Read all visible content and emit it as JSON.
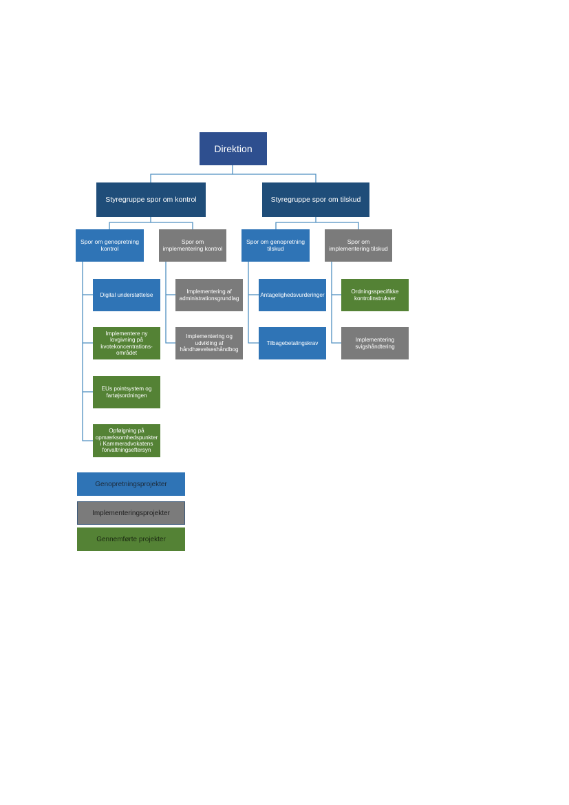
{
  "colors": {
    "top": "#2e4f8f",
    "steering": "#1f4d79",
    "genopretning": "#2f74b6",
    "implementering": "#7b7b7b",
    "gennemfoert": "#548235",
    "connector": "#4f8fc0"
  },
  "diagram": {
    "top": "Direktion",
    "steering_left": "Styregruppe spor om kontrol",
    "steering_right": "Styregruppe spor om tilskud",
    "tracks": {
      "genopretning_kontrol": "Spor om genopretning kontrol",
      "implementering_kontrol": "Spor om implementering kontrol",
      "genopretning_tilskud": "Spor om genopretning tilskud",
      "implementering_tilskud": "Spor om implementering tilskud"
    },
    "projects": {
      "digital": "Digital understøttelse",
      "lovgivning": "Implementere ny lovgivning på kvotekoncentrations-området",
      "eu_point": "EUs pointsystem og fartøjsordningen",
      "opfoelgning": "Opfølgning på opmærksomhedspunkter i Kammeradvokatens forvaltningseftersyn",
      "adm_grundlag": "Implementering af administrationsgrundlag",
      "haandhaevelse": "Implementering og udvikling af håndhævelseshåndbog",
      "antagelighed": "Antagelighedsvurderinger",
      "tilbagebetaling": "Tilbagebetalingskrav",
      "ordningsspecifikke": "Ordningsspecifikke kontrolinstrukser",
      "svig": "Implementering svigshåndtering"
    }
  },
  "legend": {
    "genopretning": "Genopretningsprojekter",
    "implementering": "Implementeringsprojekter",
    "gennemfoert": "Gennemførte projekter"
  }
}
